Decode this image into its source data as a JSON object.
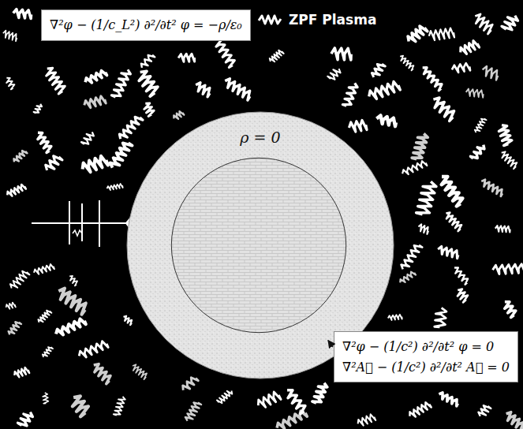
{
  "diagram": {
    "nodes": [
      {
        "text": [
          "∇²φ − (1/c_L²) ∂²/∂t² φ = −ρ/ε₀"
        ]
      },
      {
        "text": [
          "ρ = 0"
        ]
      },
      {
        "text": [
          "∇²φ − (1/c²) ∂²/∂t² φ = 0",
          "∇²A⃗ − (1/c²) ∂²/∂t² A⃗ = 0"
        ]
      }
    ],
    "edges": [
      {
        "from": 2,
        "to": 1,
        "arrow": "to"
      }
    ],
    "labels": [
      "ZPF Plasma"
    ]
  }
}
